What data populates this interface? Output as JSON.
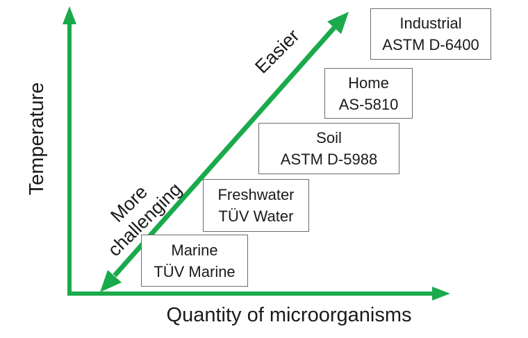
{
  "diagram": {
    "x_axis_label": "Quantity of microorganisms",
    "y_axis_label": "Temperature",
    "arrow_labels": {
      "easier": "Easier",
      "challenging_line1": "More",
      "challenging_line2": "challenging"
    },
    "environments": [
      {
        "name": "Industrial",
        "standard": "ASTM D-6400"
      },
      {
        "name": "Home",
        "standard": "AS-5810"
      },
      {
        "name": "Soil",
        "standard": "ASTM D-5988"
      },
      {
        "name": "Freshwater",
        "standard": "TÜV Water"
      },
      {
        "name": "Marine",
        "standard": "TÜV Marine"
      }
    ],
    "colors": {
      "arrow_green": "#1aaa4b",
      "box_border": "#6b6b6b",
      "text": "#1a1a1a"
    }
  }
}
